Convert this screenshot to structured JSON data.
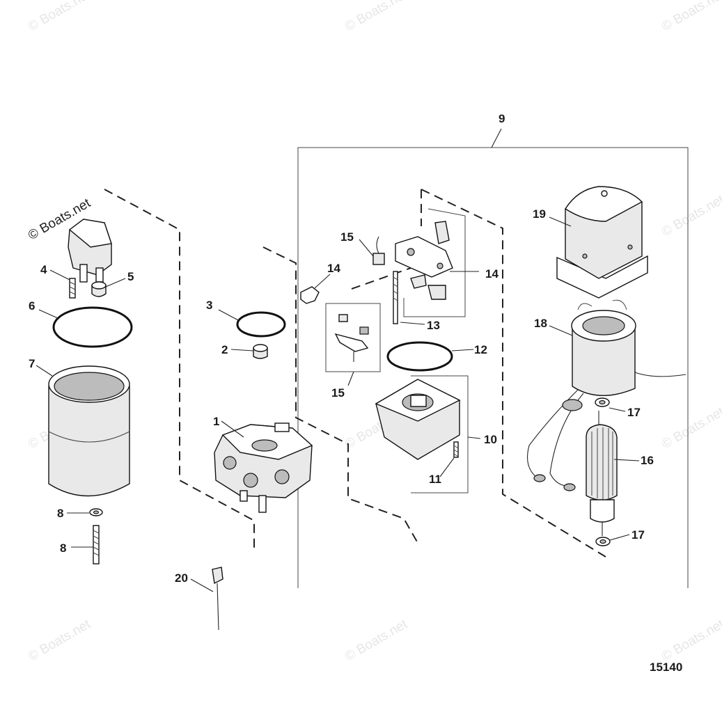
{
  "watermark": "© Boats.net",
  "drawing_number": "15140",
  "callouts": {
    "c1": "1",
    "c2": "2",
    "c3": "3",
    "c4": "4",
    "c5": "5",
    "c6": "6",
    "c7": "7",
    "c8a": "8",
    "c8b": "8",
    "c9": "9",
    "c10": "10",
    "c11": "11",
    "c12": "12",
    "c13": "13",
    "c14a": "14",
    "c14b": "14",
    "c15a": "15",
    "c15b": "15",
    "c16": "16",
    "c17a": "17",
    "c17b": "17",
    "c18": "18",
    "c19": "19",
    "c20": "20"
  },
  "colors": {
    "line": "#111111",
    "watermark": "#e6e6e6",
    "background": "#ffffff"
  }
}
